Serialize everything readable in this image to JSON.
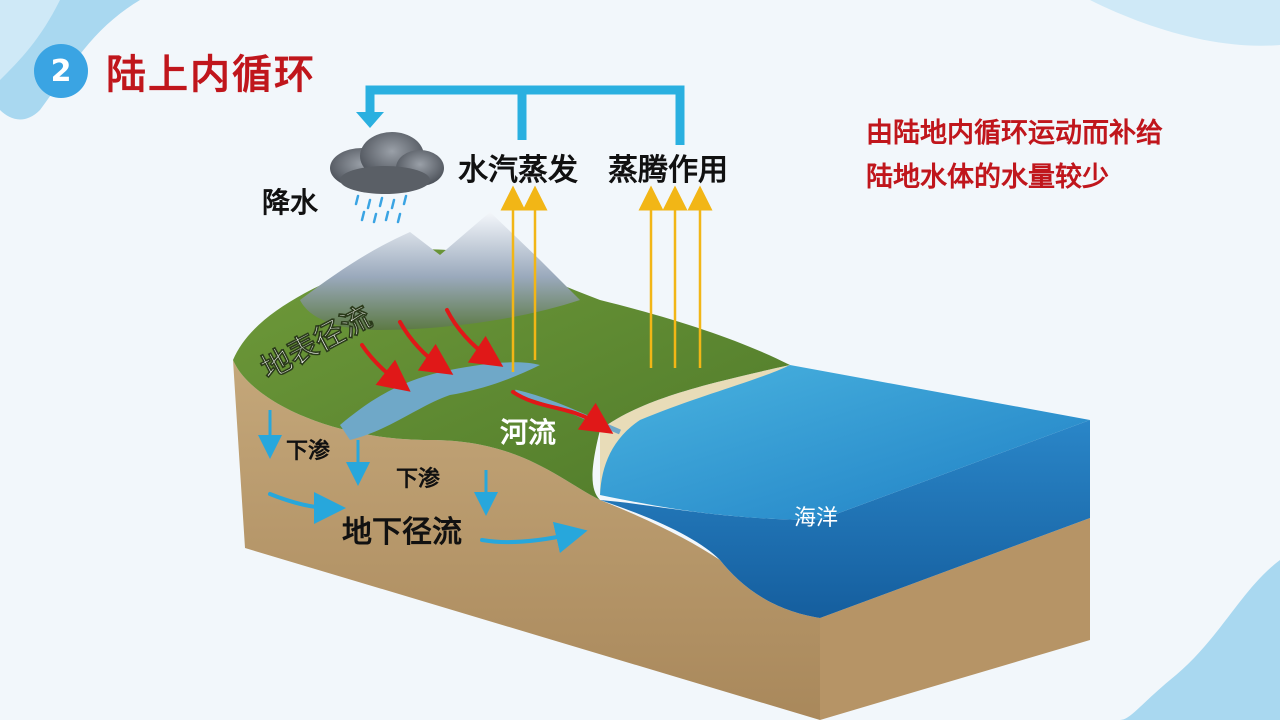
{
  "slide": {
    "number": "2",
    "title": "陆上内循环",
    "note_lines": [
      "由陆地内循环运动而补给",
      "陆地水体的水量较少"
    ]
  },
  "labels": {
    "precipitation": "降水",
    "evaporation": "水汽蒸发",
    "transpiration": "蒸腾作用",
    "surface_runoff": "地表径流",
    "river": "河流",
    "infiltration_1": "下渗",
    "infiltration_2": "下渗",
    "groundwater_runoff": "地下径流",
    "ocean": "海洋"
  },
  "colors": {
    "accent_blue": "#3aa4e3",
    "title_red": "#c0161c",
    "arrow_yellow": "#f2b616",
    "arrow_red": "#e01818",
    "arrow_cyan": "#27a7dc"
  }
}
